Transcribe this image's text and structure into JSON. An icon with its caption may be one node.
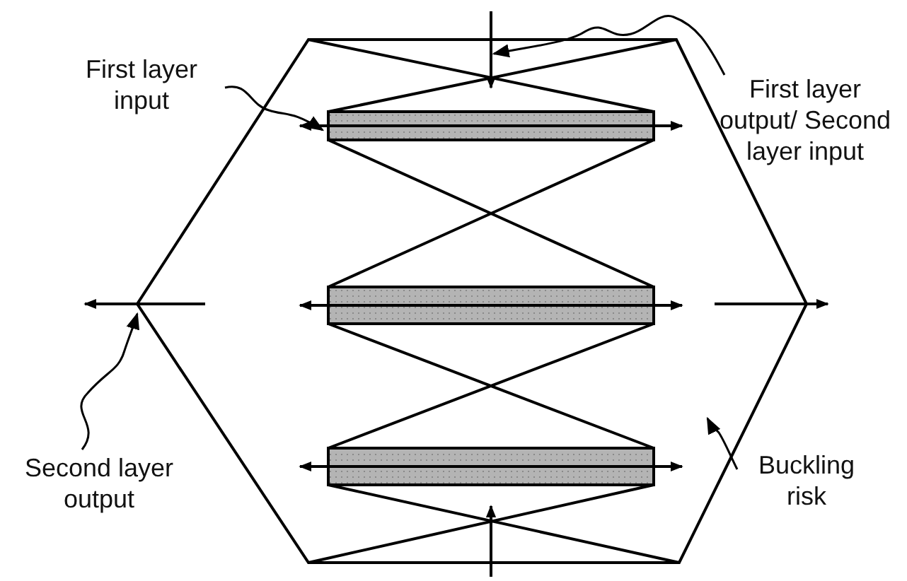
{
  "diagram": {
    "nodes": [
      {
        "text": [
          "First layer input"
        ]
      },
      {
        "text": [
          "First layer output/ Second layer input"
        ]
      },
      {
        "text": [
          "Second layer output"
        ]
      },
      {
        "text": [
          "Buckling risk"
        ]
      }
    ],
    "edges": [
      {
        "from": 0,
        "to": null,
        "arrow": "to"
      },
      {
        "from": 1,
        "to": null,
        "arrow": "to"
      },
      {
        "from": 2,
        "to": null,
        "arrow": "to"
      },
      {
        "from": 3,
        "to": null,
        "arrow": "to"
      }
    ]
  }
}
